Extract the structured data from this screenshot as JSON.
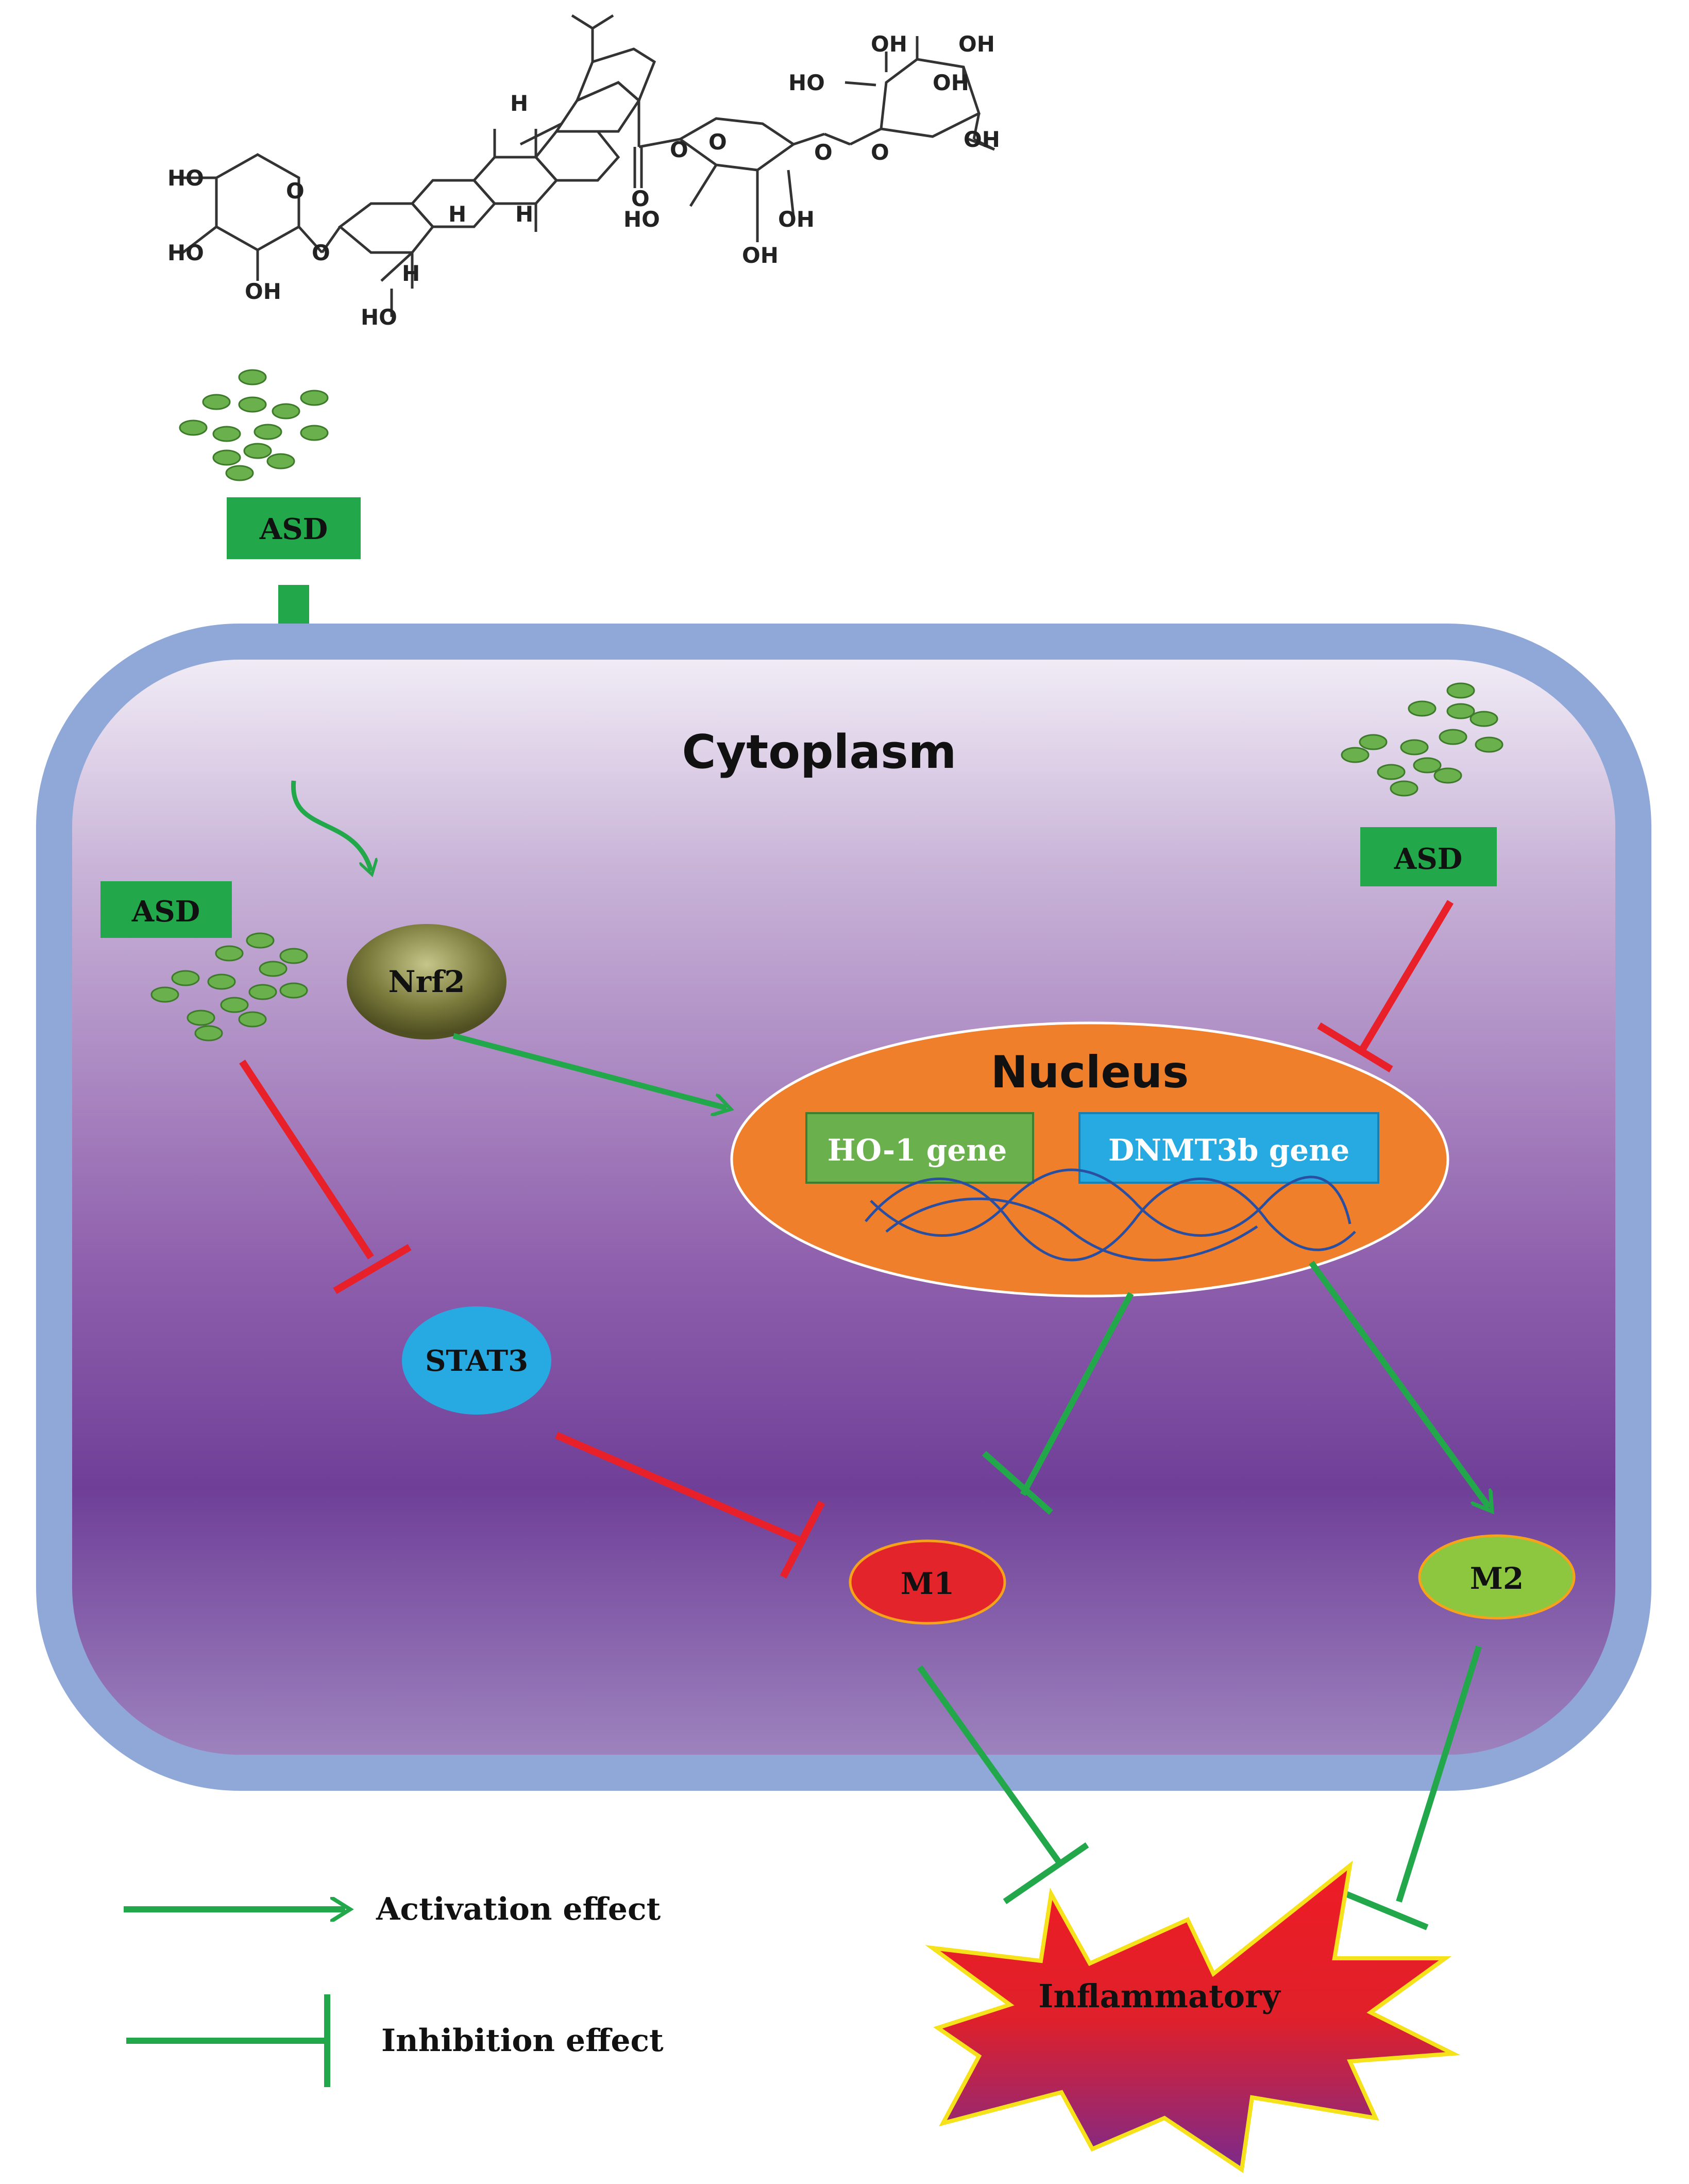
{
  "labels": {
    "asd_top": "ASD",
    "asd_left": "ASD",
    "asd_right": "ASD",
    "cytoplasm": "Cytoplasm",
    "nucleus": "Nucleus",
    "nrf2": "Nrf2",
    "stat3": "STAT3",
    "ho1_gene": "HO-1 gene",
    "dnmt3b_gene": "DNMT3b gene",
    "m1": "M1",
    "m2": "M2",
    "inflammatory": "Inflammatory"
  },
  "structure_labels": {
    "ho_1": "HO",
    "ho_2": "HO",
    "ho_3": "HO",
    "ho_4": "HO",
    "ho_5": "HO",
    "oh_1": "OH",
    "oh_2": "OH",
    "oh_3": "OH",
    "oh_4": "OH",
    "oh_5": "OH",
    "oh_6": "OH",
    "oh_7": "OH",
    "o_1": "O",
    "o_2": "O",
    "o_3": "O",
    "o_4": "O",
    "o_5": "O",
    "o_6": "O",
    "o_7": "O",
    "h_1": "H",
    "h_2": "H",
    "h_3": "H",
    "h_4": "H"
  },
  "legend": {
    "activation": "Activation effect",
    "inhibition": "Inhibition effect"
  },
  "colors": {
    "activation_green": "#22a84a",
    "inhibition_red": "#e8202a",
    "membrane_blue": "#8fa8d8",
    "nucleus_orange": "#ef7f2a",
    "ho1_box": "#6ab04c",
    "dnmt3b_box": "#27a9e1",
    "stat3_blue": "#27a9e1",
    "m1_red": "#e4242b",
    "m2_green": "#8dc63f",
    "asd_box": "#22a84a"
  }
}
